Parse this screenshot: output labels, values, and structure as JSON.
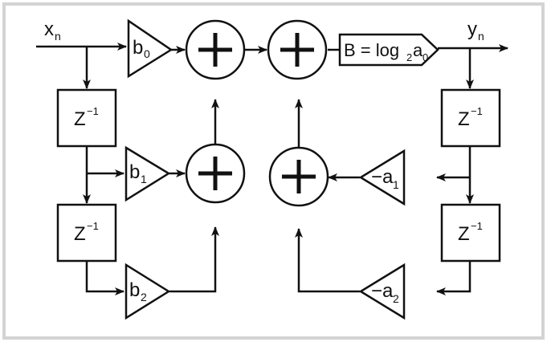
{
  "colors": {
    "border": "#d3d3d3",
    "ink": "#111111",
    "background": "#ffffff"
  },
  "signals": {
    "input": "x",
    "input_sub": "n",
    "output": "y",
    "output_sub": "n"
  },
  "delays": {
    "label": "Z",
    "exponent": "−1"
  },
  "gains": {
    "b0": {
      "main": "b",
      "sub": "0"
    },
    "b1": {
      "main": "b",
      "sub": "1"
    },
    "b2": {
      "main": "b",
      "sub": "2"
    },
    "a1": {
      "main": "−a",
      "sub": "1"
    },
    "a2": {
      "main": "−a",
      "sub": "2"
    }
  },
  "shift_block": {
    "prefix": "B = log",
    "log_base": "2",
    "var": "a",
    "var_sub": "0"
  },
  "adder_symbol": "+"
}
